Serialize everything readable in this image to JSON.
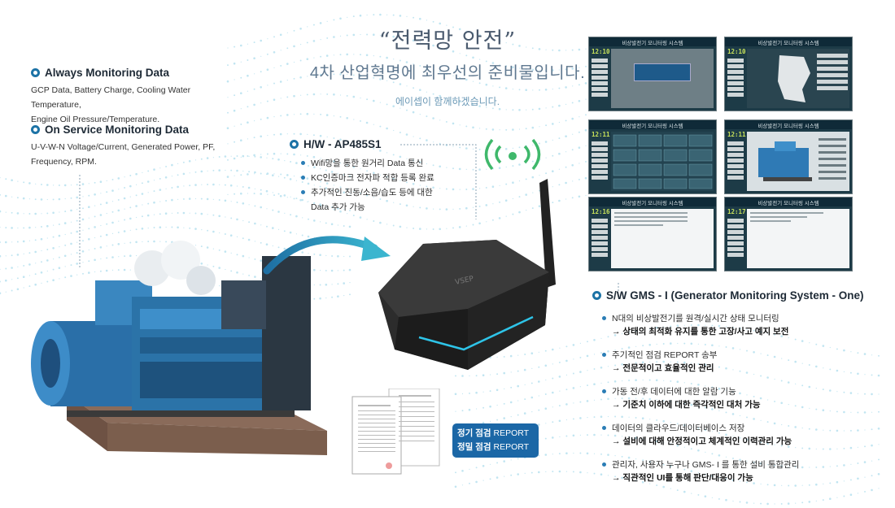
{
  "headline": {
    "title": "“전력망 안전”",
    "subtitle": "4차 산업혁명에 최우선의 준비물입니다.",
    "note": "에이셉이 함께하겠습니다."
  },
  "monitoring": [
    {
      "title": "Always Monitoring Data",
      "body": "GCP Data, Battery Charge, Cooling Water Temperature,\nEngine Oil Pressure/Temperature."
    },
    {
      "title": "On Service Monitoring Data",
      "body": "U-V-W-N Voltage/Current, Generated Power, PF,\nFrequency, RPM."
    }
  ],
  "hardware": {
    "title": "H/W - AP485S1",
    "items": [
      "Wifi망을 통한 원거리 Data 통신",
      "KC인증마크 전자파 적합 등록 완료",
      "추가적인 진동/소음/습도 등에 대한",
      "Data 추가 가능"
    ]
  },
  "software": {
    "title": "S/W GMS - I (Generator Monitoring System - One)",
    "items": [
      {
        "text": "N대의 비상발전기를 원격/실시간 상태 모니터링",
        "result": "→ 상태의 최적화 유지를 통한 고장/사고 예지 보전"
      },
      {
        "text": "주기적인 점검 REPORT 송부",
        "result": "→ 전문적이고 효율적인 관리"
      },
      {
        "text": "가동 전/후 데이터에 대한 알람 기능",
        "result": "→ 기준치 이하에 대한 즉각적인 대처 가능"
      },
      {
        "text": "데이터의 클라우드/데이터베이스 저장",
        "result": "→ 설비에 대해 안정적이고 체계적인 이력관리 가능"
      },
      {
        "text": "관리자, 사용자 누구나 GMS- I 를 통한 설비 통합관리",
        "result": "→ 직관적인 UI를 통해 판단/대응이 가능"
      }
    ]
  },
  "report_badge": {
    "line1_bold": "정기 점검",
    "line1_rest": " REPORT",
    "line2_bold": "정밀 점검",
    "line2_rest": " REPORT"
  },
  "screens": {
    "title": "비상발전기 모니터링 시스템",
    "clocks": [
      "12:10",
      "12:10",
      "12:11",
      "12:11",
      "12:16",
      "12:17"
    ]
  },
  "colors": {
    "accent": "#1d73a6",
    "badge": "#1b67a6",
    "signal": "#3fb86b",
    "glow": "#2ec4e8"
  }
}
